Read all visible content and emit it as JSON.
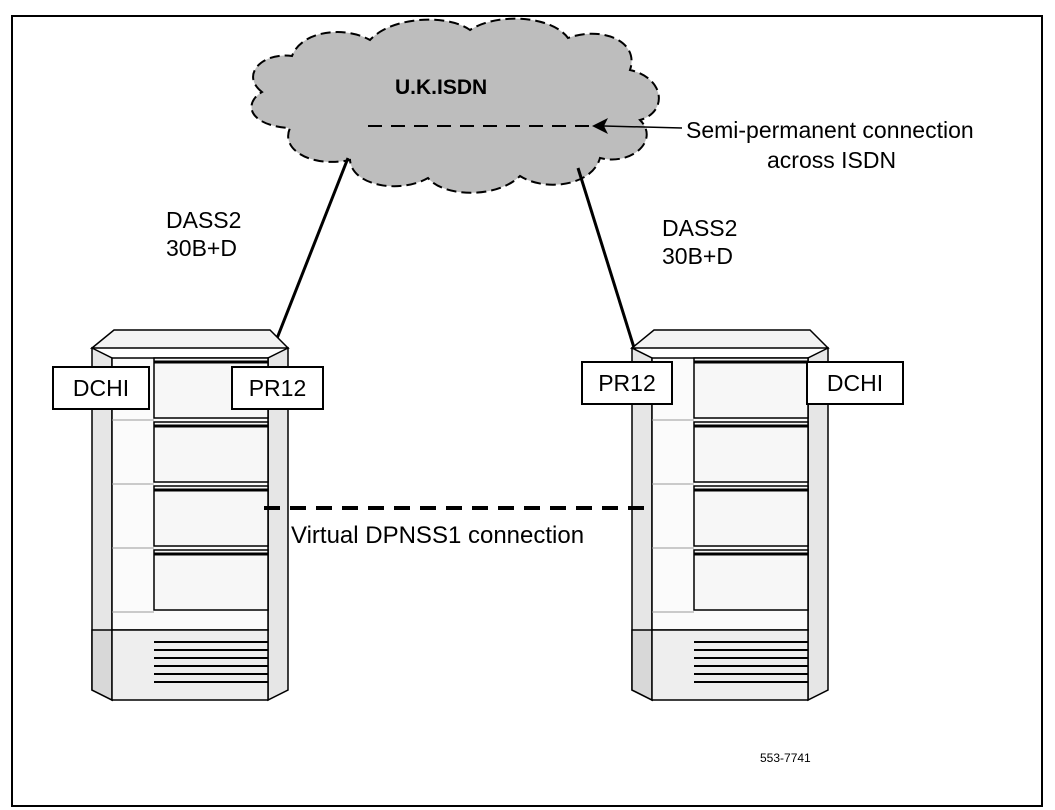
{
  "network": {
    "name": "U.K.ISDN"
  },
  "semi_permanent": {
    "line1": "Semi-permanent connection",
    "line2": "across ISDN"
  },
  "links": {
    "left": {
      "line1": "DASS2",
      "line2": "30B+D"
    },
    "right": {
      "line1": "DASS2",
      "line2": "30B+D"
    }
  },
  "left_switch": {
    "dchi": "DCHI",
    "pr": "PR12"
  },
  "right_switch": {
    "dchi": "DCHI",
    "pr": "PR12"
  },
  "virtual_connection": "Virtual DPNSS1 connection",
  "figure_id": "553-7741"
}
